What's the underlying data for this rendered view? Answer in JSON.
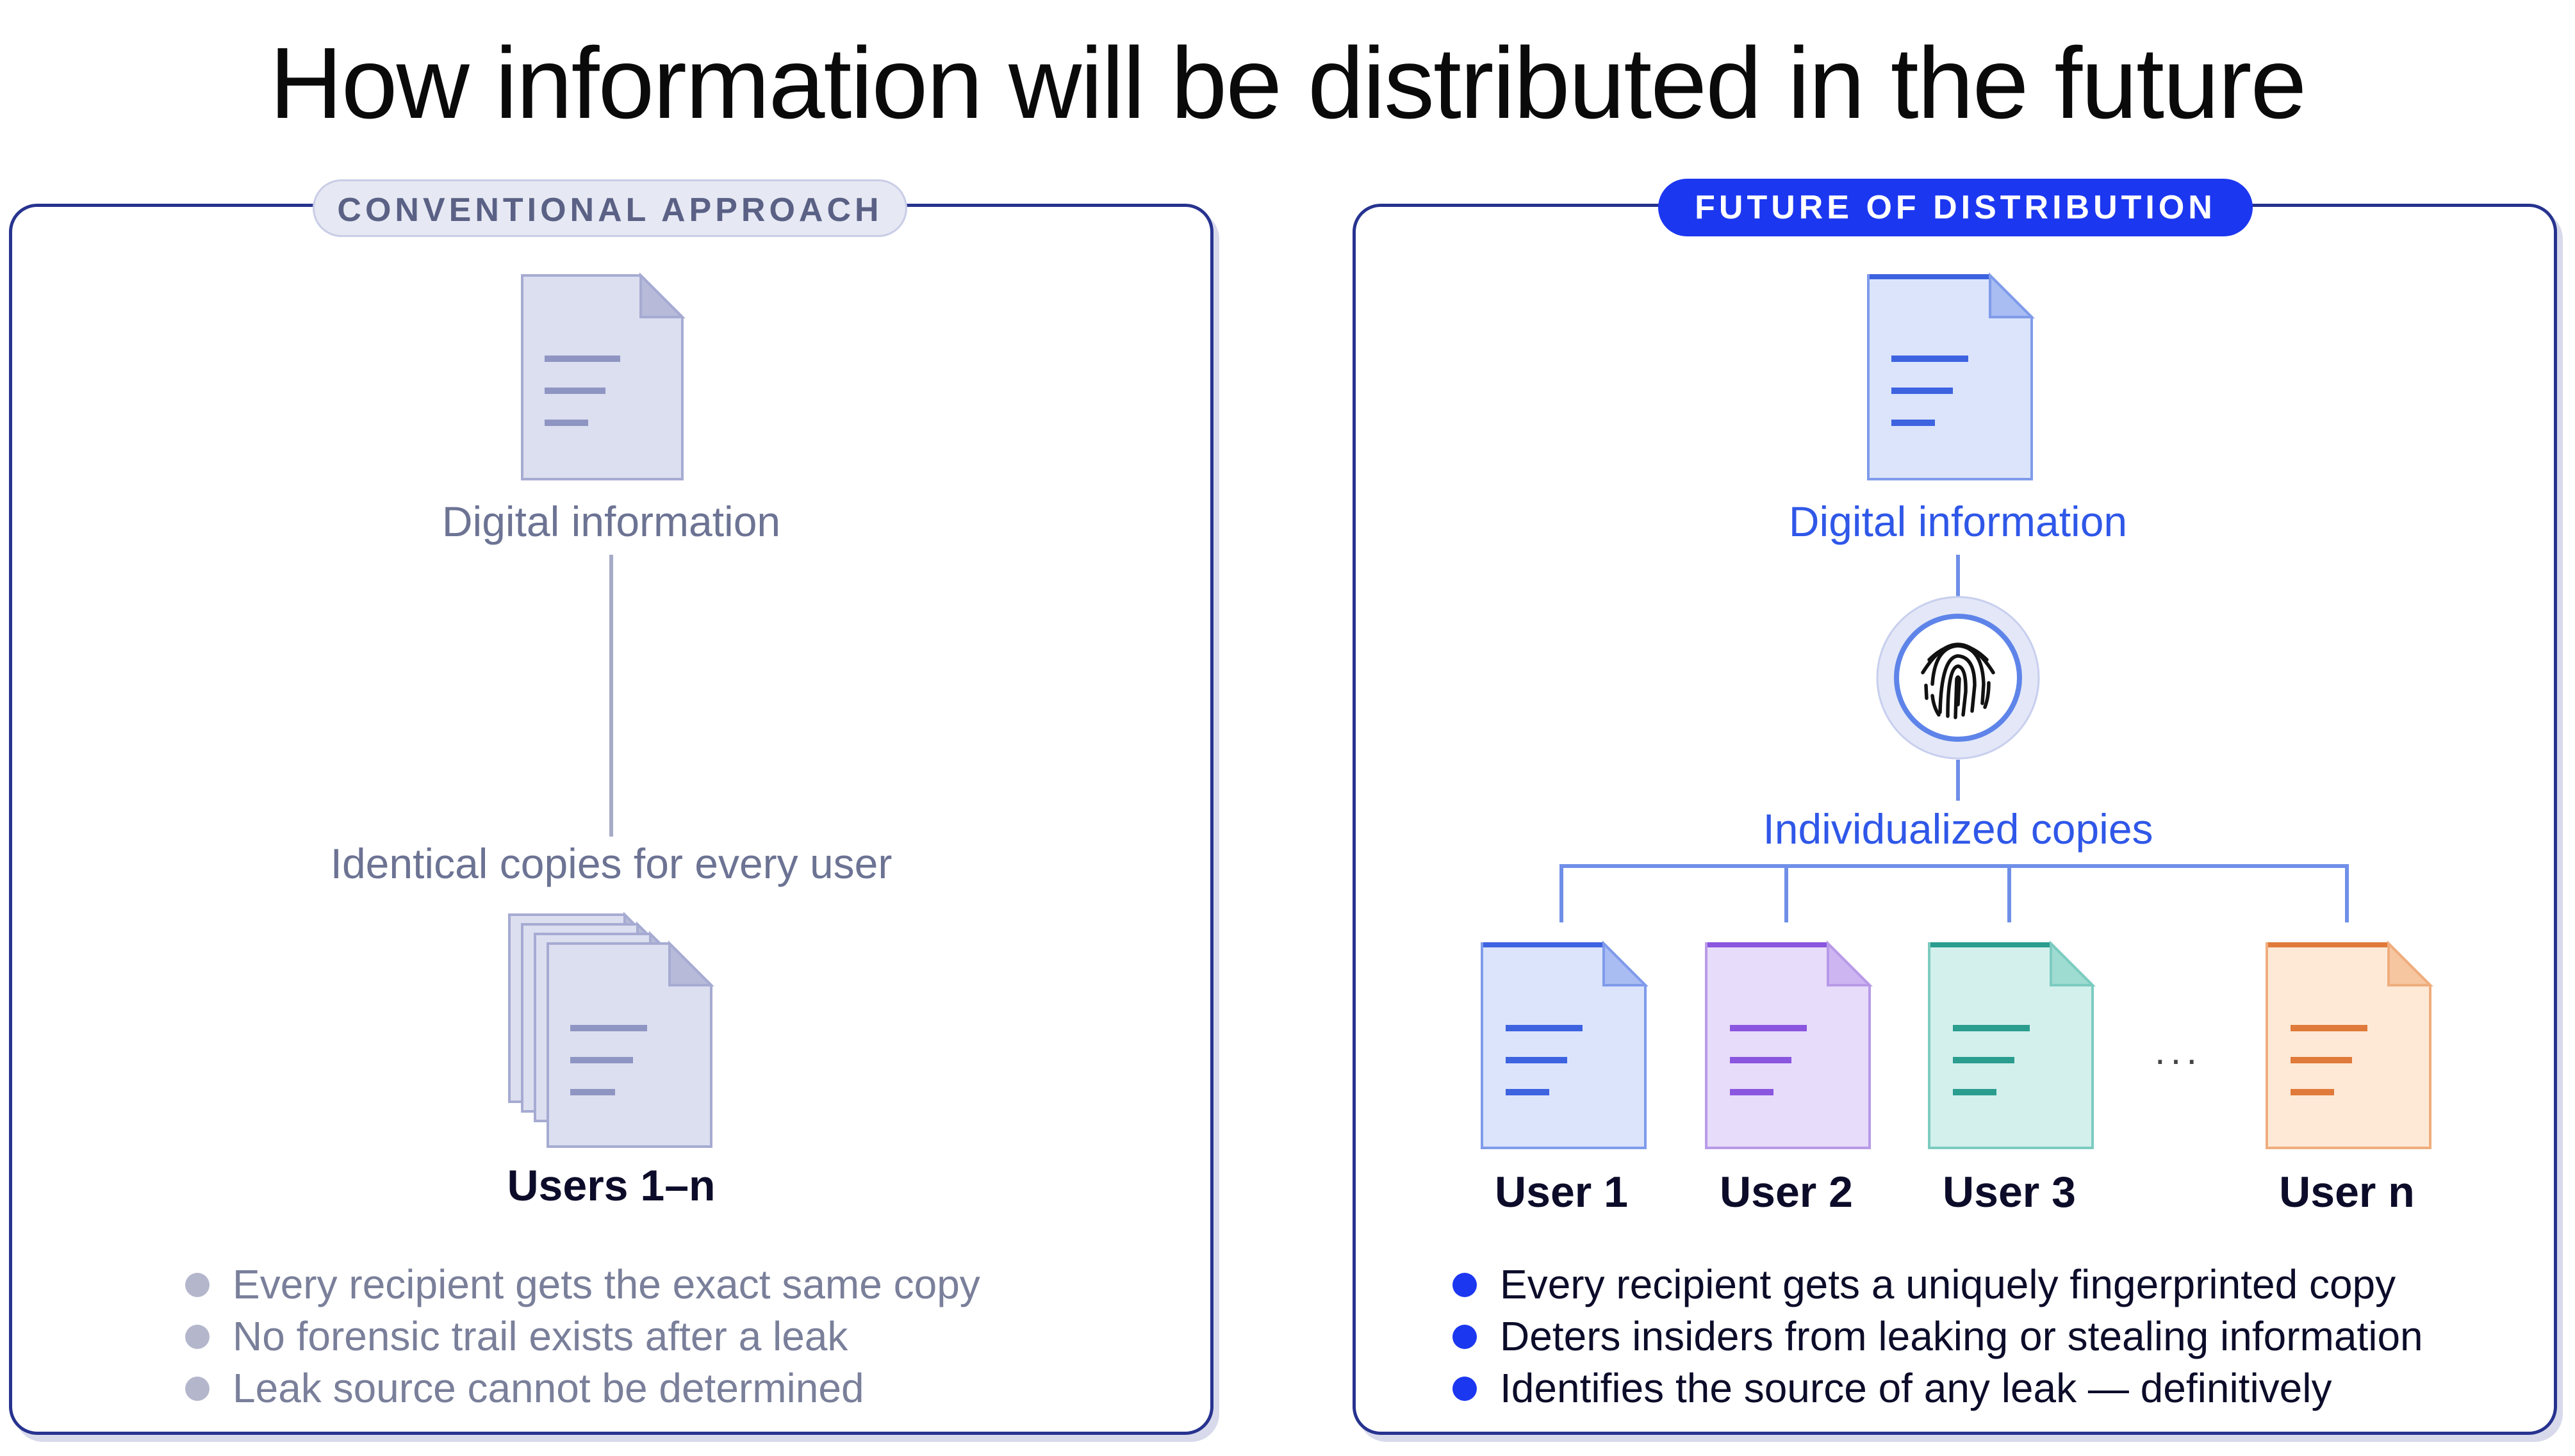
{
  "title": "How information will be distributed in the future",
  "conventional": {
    "badge": "CONVENTIONAL APPROACH",
    "source_label": "Digital information",
    "copies_label": "Identical copies for every user",
    "users_label": "Users 1–n",
    "bullets": [
      "Every recipient gets the exact same copy",
      "No forensic trail exists after a leak",
      "Leak source cannot be determined"
    ]
  },
  "future": {
    "badge": "FUTURE OF DISTRIBUTION",
    "source_label": "Digital information",
    "fingerprint_icon": "fingerprint-icon",
    "copies_label": "Individualized copies",
    "ellipsis": "...",
    "users": [
      {
        "label": "User 1",
        "color": "#3d63e0",
        "fill": "#dbe4fb"
      },
      {
        "label": "User 2",
        "color": "#8a55df",
        "fill": "#e7dcfa"
      },
      {
        "label": "User 3",
        "color": "#2a9d8f",
        "fill": "#d3f0ec"
      },
      {
        "label": "User n",
        "color": "#e07a3a",
        "fill": "#fde9d6"
      }
    ],
    "bullets": [
      "Every recipient gets a uniquely fingerprinted copy",
      "Deters insiders from leaking or stealing information",
      "Identifies the source of any leak — definitively"
    ]
  },
  "colors": {
    "panel_border": "#27338f",
    "accent_blue": "#1c37f0",
    "doc_grey_fill": "#dcdff0",
    "doc_grey_stroke": "#a6abd2"
  }
}
